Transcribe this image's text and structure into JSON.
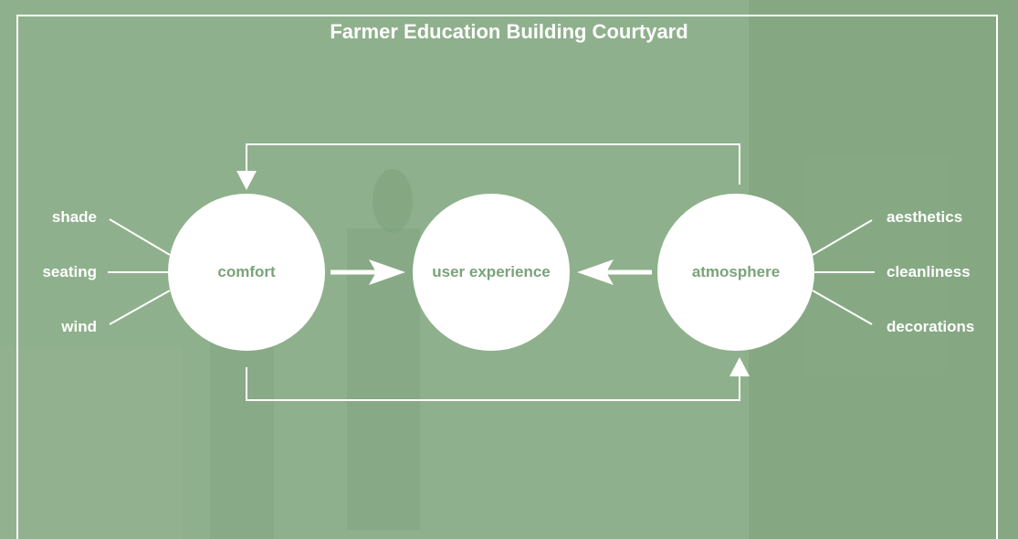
{
  "title": "Farmer Education Building Courtyard",
  "colors": {
    "background": "#8fb08c",
    "accent_text": "#7aa37a",
    "line": "#ffffff"
  },
  "nodes": {
    "comfort": "comfort",
    "user_experience": "user experience",
    "atmosphere": "atmosphere"
  },
  "left_factors": [
    "shade",
    "seating",
    "wind"
  ],
  "right_factors": [
    "aesthetics",
    "cleanliness",
    "decorations"
  ]
}
